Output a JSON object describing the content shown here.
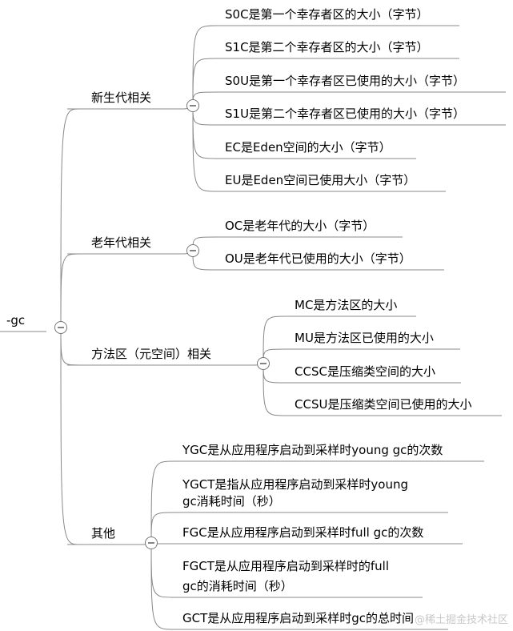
{
  "root": {
    "label": "-gc"
  },
  "branches": [
    {
      "id": "young",
      "label": "新生代相关",
      "children": [
        "S0C是第一个幸存者区的大小（字节）",
        "S1C是第二个幸存者区的大小（字节）",
        "S0U是第一个幸存者区已使用的大小（字节）",
        "S1U是第二个幸存者区已使用的大小（字节）",
        "EC是Eden空间的大小（字节）",
        "EU是Eden空间已使用大小（字节）"
      ]
    },
    {
      "id": "old",
      "label": "老年代相关",
      "children": [
        "OC是老年代的大小（字节）",
        "OU是老年代已使用的大小（字节）"
      ]
    },
    {
      "id": "meta",
      "label": "方法区（元空间）相关",
      "children": [
        "MC是方法区的大小",
        "MU是方法区已使用的大小",
        "CCSC是压缩类空间的大小",
        "CCSU是压缩类空间已使用的大小"
      ]
    },
    {
      "id": "other",
      "label": "其他",
      "children": [
        "YGC是从应用程序启动到采样时young gc的次数",
        "YGCT是指从应用程序启动到采样时young\ngc消耗时间（秒）",
        "FGC是从应用程序启动到采样时full gc的次数",
        "FGCT是从应用程序启动到采样时的full\ngc的消耗时间（秒）",
        "GCT是从应用程序启动到采样时gc的总时间"
      ]
    }
  ],
  "watermark": "@稀土掘金技术社区"
}
